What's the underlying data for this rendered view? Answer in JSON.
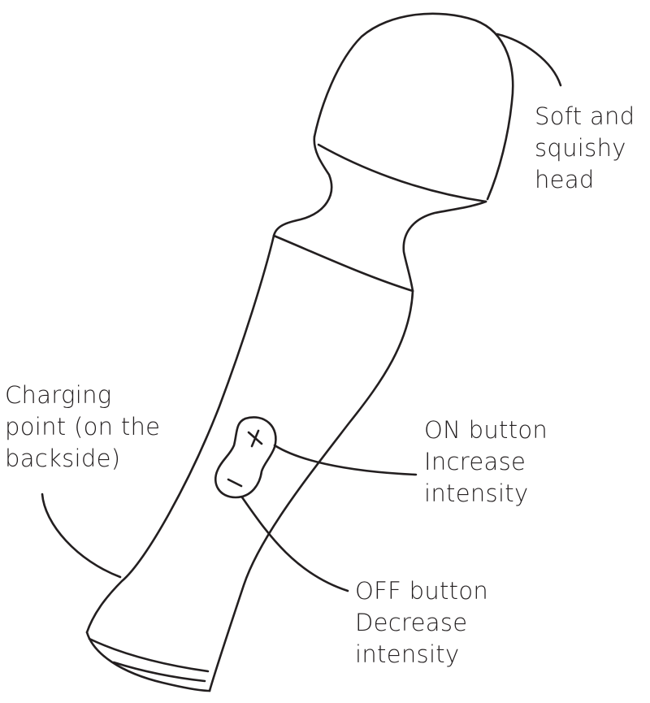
{
  "diagram": {
    "ink_color": "#231f20",
    "background": "#ffffff",
    "callouts": {
      "head": {
        "lines": [
          "Soft and",
          "squishy",
          "head"
        ]
      },
      "charging": {
        "lines": [
          "Charging",
          "point (on the",
          "backside)"
        ]
      },
      "on_button": {
        "lines": [
          "ON button",
          "Increase",
          "intensity"
        ]
      },
      "off_button": {
        "lines": [
          "OFF button",
          "Decrease",
          "intensity"
        ]
      }
    },
    "icons": {
      "plus": "plus-icon",
      "minus": "minus-icon"
    }
  }
}
